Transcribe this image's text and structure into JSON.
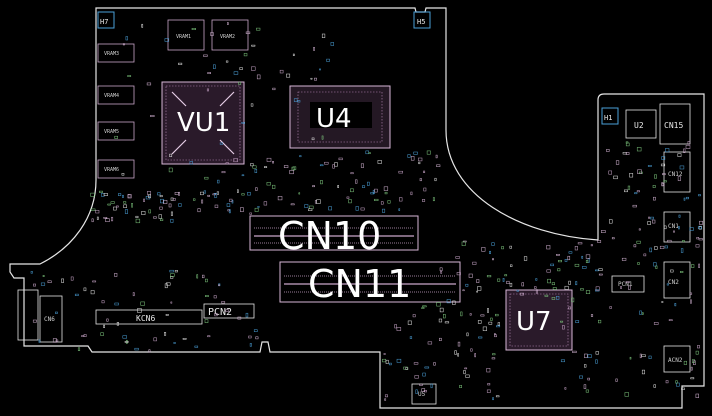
{
  "board": {
    "background": "#000000",
    "outline_color": "#e6e6e6",
    "trace_color": "#c9a6c9",
    "pad_color": "#4a9fd8",
    "accent_green": "#7fc97f"
  },
  "labels": {
    "vu1": "VU1",
    "u4": "U4",
    "cn10": "CN10",
    "cn11": "CN11",
    "u7": "U7",
    "u2": "U2",
    "cn15": "CN15",
    "pcn2": "PCN2",
    "kcn6": "KCN6",
    "cn6": "CN6",
    "cn1": "CN1",
    "cn2": "CN2",
    "pcn1": "PCN1",
    "acn2": "ACN2",
    "vram3": "VRAM3",
    "vram4": "VRAM4",
    "vram5": "VRAM5",
    "vram6": "VRAM6",
    "vram1": "VRAM1",
    "vram2": "VRAM2",
    "h7": "H7",
    "h5": "H5",
    "h1": "H1",
    "cn12": "CN12",
    "u5": "U5"
  }
}
